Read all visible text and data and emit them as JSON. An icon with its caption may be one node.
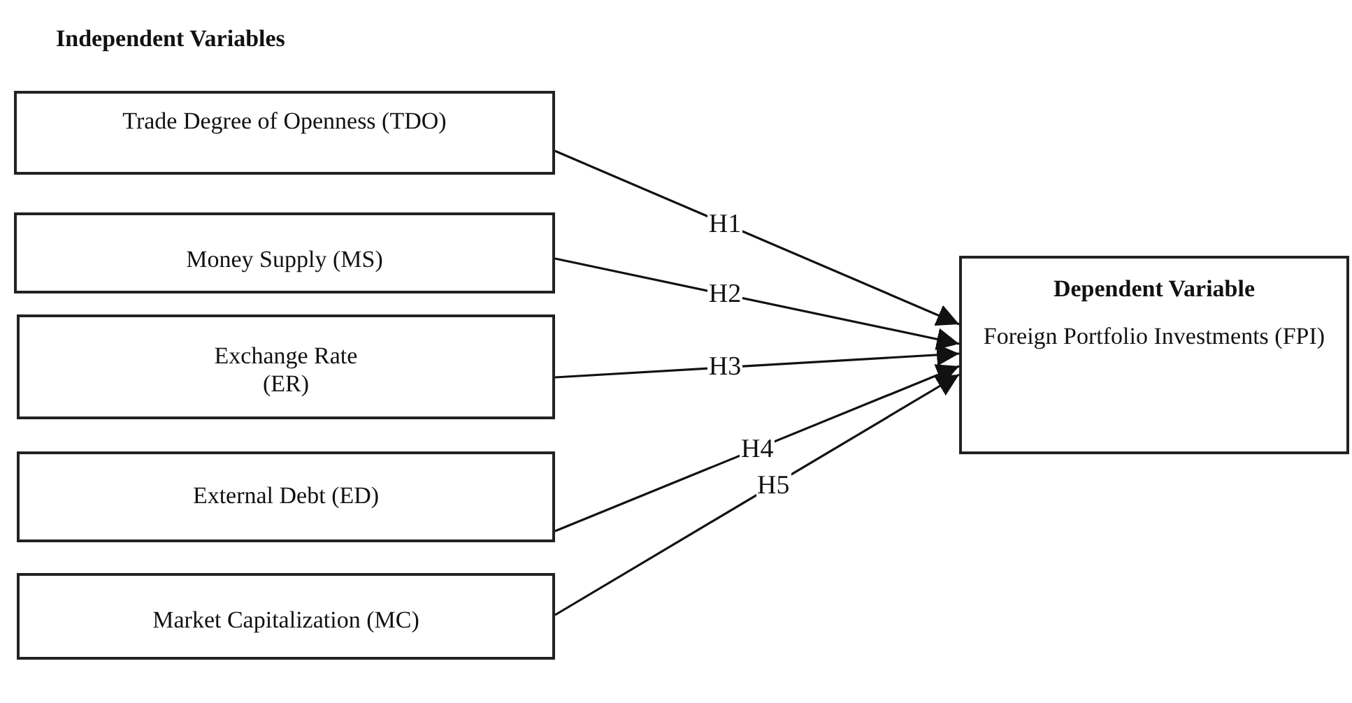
{
  "diagram": {
    "nodes": [
      {
        "text": [
          "Trade Degree of Openness (TDO)"
        ]
      },
      {
        "text": [
          "Money Supply (MS)"
        ]
      },
      {
        "text": [
          "Exchange Rate (ER)"
        ]
      },
      {
        "text": [
          "External Debt (ED)"
        ]
      },
      {
        "text": [
          "Market Capitalization (MC)"
        ]
      },
      {
        "text": [
          "Dependent Variable",
          "Foreign Portfolio Investments (FPI)"
        ]
      }
    ],
    "edges": [
      {
        "from": 0,
        "to": 5,
        "arrow": "to",
        "label": "H1"
      },
      {
        "from": 1,
        "to": 5,
        "arrow": "to",
        "label": "H2"
      },
      {
        "from": 2,
        "to": 5,
        "arrow": "to",
        "label": "H3"
      },
      {
        "from": 3,
        "to": 5,
        "arrow": "to",
        "label": "H4"
      },
      {
        "from": 4,
        "to": 5,
        "arrow": "to",
        "label": "H5"
      }
    ],
    "labels": [
      "Independent Variables"
    ]
  }
}
